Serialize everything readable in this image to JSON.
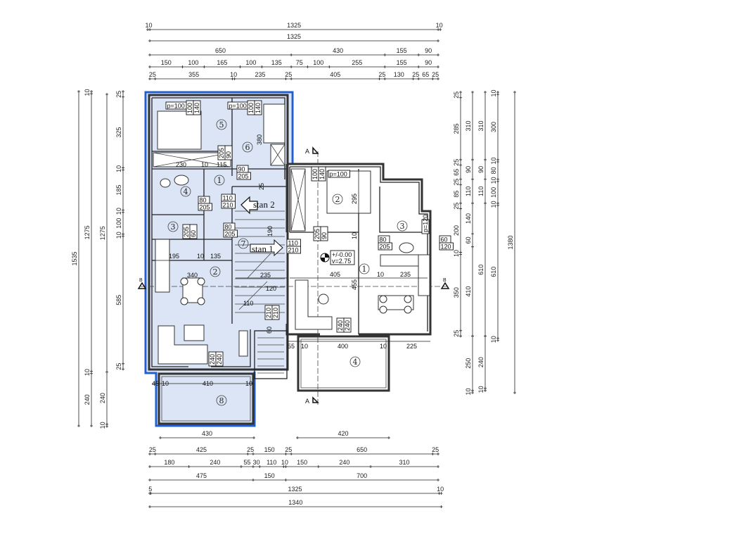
{
  "colors": {
    "highlight_outline": "#1f5fd0",
    "highlight_fill": "#cfdcf2",
    "lines": "#222222"
  },
  "dimension_chains": {
    "top": [
      [
        10,
        1325,
        10
      ],
      [
        1325
      ],
      [
        650,
        430,
        155,
        90
      ],
      [
        150,
        100,
        165,
        100,
        135,
        75,
        100,
        255,
        155,
        90
      ],
      [
        25,
        355,
        10,
        235,
        25,
        405,
        25,
        130,
        25,
        65,
        25
      ]
    ],
    "bottom_partial": [
      [
        430
      ],
      [
        420
      ]
    ],
    "bottom": [
      [
        25,
        425,
        25,
        150,
        25,
        650,
        25
      ],
      [
        180,
        240,
        55,
        30,
        110,
        10,
        150,
        240,
        310
      ],
      [
        475,
        150,
        700
      ],
      [
        5,
        1325,
        10
      ],
      [
        1340
      ]
    ],
    "left": [
      [
        1535
      ],
      [
        10,
        1275,
        10,
        240
      ],
      [
        1275,
        240,
        10
      ],
      [
        25,
        325,
        10,
        185,
        10,
        100,
        10,
        585,
        25
      ]
    ],
    "right": [
      [
        25,
        285,
        25,
        65,
        25,
        85,
        25,
        200,
        10,
        350,
        25
      ],
      [
        310,
        90,
        110,
        140,
        60,
        410,
        250,
        10
      ],
      [
        310,
        90,
        110,
        610,
        240,
        10
      ],
      [
        10,
        300,
        10,
        80,
        10,
        100,
        10,
        610,
        10
      ],
      [
        1380
      ]
    ]
  },
  "rooms": {
    "left": [
      "5",
      "6",
      "1",
      "4",
      "3",
      "7",
      "2",
      "8"
    ],
    "right": [
      "2",
      "3",
      "1",
      "4"
    ]
  },
  "units": {
    "stan2": "stan 2",
    "stan1": "stan 1"
  },
  "level": {
    "elevation": "+/-0.00",
    "height": "v=2.75"
  },
  "sections": {
    "a_top": "A",
    "a_bottom": "A",
    "b_left": "B",
    "b_right": "B"
  },
  "tags": {
    "w5_p": "p=100",
    "w5_w": "100",
    "w5_h": "140",
    "w6_p": "p=100",
    "w6_w": "100",
    "w6_h": "140",
    "d5_h": "205",
    "d5_w": "90",
    "d6_w": "90",
    "d6_h": "205",
    "d4_w": "80",
    "d4_h": "205",
    "e2_w": "110",
    "e2_h": "210",
    "d3_h": "205",
    "d3_w": "60",
    "d7_w": "80",
    "d7_h": "205",
    "e1_w": "110",
    "e1_h": "210",
    "wr2_w": "100",
    "wr2_h": "140",
    "wr2_p": "p=100",
    "dr2_h": "205",
    "dr2_w": "90",
    "dr3_w": "80",
    "dr3_h": "205",
    "wr3_p": "p=120",
    "wr3b_w": "60",
    "wr3b_h": "120",
    "bl_w": "240",
    "bl_h": "240",
    "br_w": "240",
    "br_h": "240",
    "ds_w": "210",
    "ds_h": "210"
  },
  "interior_dims": {
    "l230": "230",
    "l10a": "10",
    "l115": "115",
    "l380": "380",
    "l25": "25",
    "l190": "190",
    "l195": "195",
    "l10b": "10",
    "l135": "135",
    "l340": "340",
    "l235": "235",
    "l120": "120",
    "l110": "110",
    "l60": "60",
    "l55": "55",
    "l10c": "10",
    "l400": "400",
    "l10d": "10",
    "l225": "225",
    "l45": "45",
    "l10e": "10",
    "l410": "410",
    "l10f": "10",
    "r295": "295",
    "r10": "10",
    "r405": "405",
    "r10b": "10",
    "r235": "235",
    "r455": "455"
  }
}
